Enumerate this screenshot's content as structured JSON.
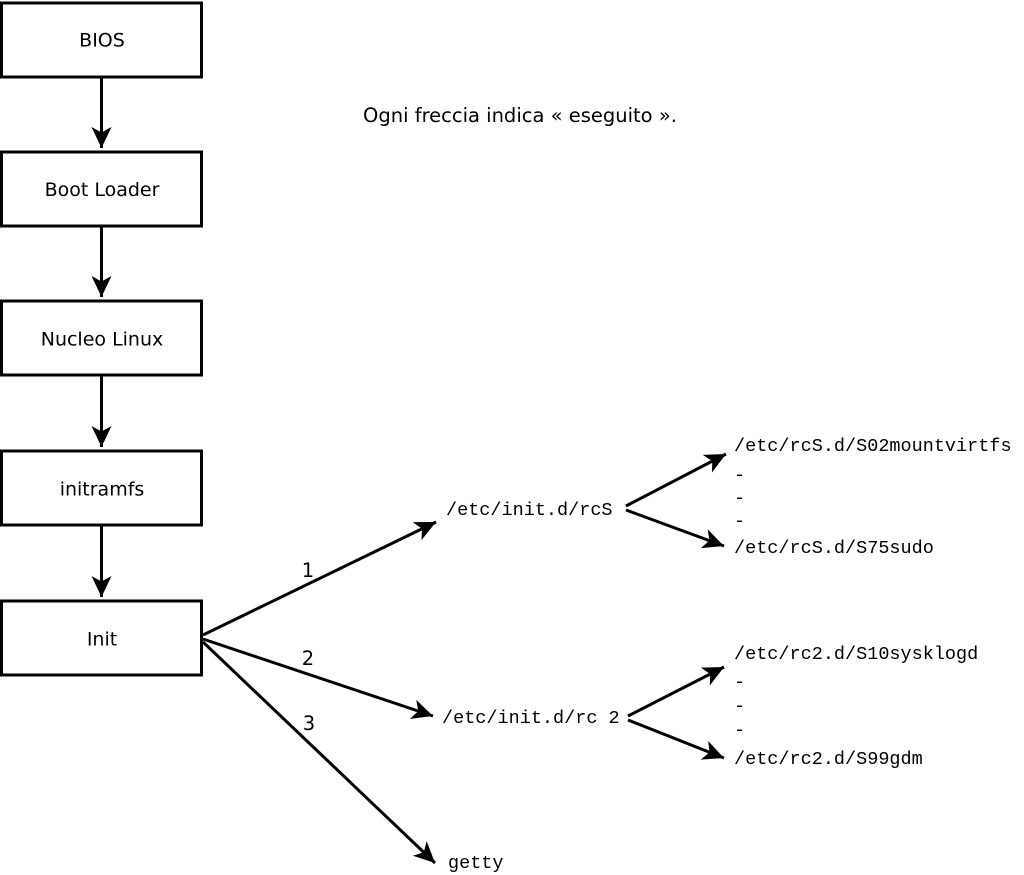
{
  "note": "Ogni freccia indica « eseguito ».",
  "flow_boxes": [
    {
      "label": "BIOS"
    },
    {
      "label": "Boot Loader"
    },
    {
      "label": "Nucleo Linux"
    },
    {
      "label": "initramfs"
    },
    {
      "label": "Init"
    }
  ],
  "branches": {
    "labels": [
      "1",
      "2",
      "3"
    ],
    "targets": [
      "/etc/init.d/rcS",
      "/etc/init.d/rc 2",
      "getty"
    ]
  },
  "rcS_children": [
    "/etc/rcS.d/S02mountvirtfs",
    "-",
    "-",
    "-",
    "/etc/rcS.d/S75sudo"
  ],
  "rc2_children": [
    "/etc/rc2.d/S10sysklogd",
    "-",
    "-",
    "-",
    "/etc/rc2.d/S99gdm"
  ],
  "colors": {
    "ink": "#000000",
    "background": "#ffffff"
  }
}
